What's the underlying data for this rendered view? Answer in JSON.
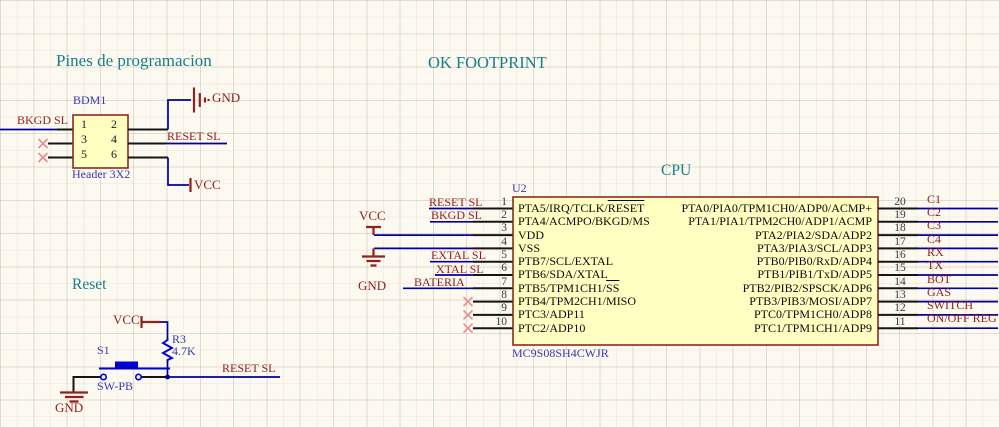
{
  "colors": {
    "bg": "#FCF9F0",
    "title-teal": "#187F87",
    "net-red": "#94201E",
    "designator-blue": "#3A3AB0",
    "wire-blue": "#00009B",
    "part-fill": "#FFFFC2",
    "part-border": "#8C2B20",
    "nc-red": "#ED8A8A",
    "device-blue": "#0000D0"
  },
  "titles": {
    "programming": "Pines de programacion",
    "footprint": "OK FOOTPRINT",
    "cpu": "CPU",
    "reset": "Reset"
  },
  "bdm": {
    "designator": "BDM1",
    "part": "Header 3X2",
    "left_pin_numbers": [
      "1",
      "3",
      "5"
    ],
    "right_pin_numbers": [
      "2",
      "4",
      "6"
    ],
    "nets": {
      "bkgd": "BKGD SL",
      "reset": "RESET SL"
    },
    "power": {
      "gnd": "GND",
      "vcc": "VCC"
    }
  },
  "cpu": {
    "designator": "U2",
    "part": "MC9S08SH4CWJR",
    "power": {
      "vcc": "VCC",
      "gnd": "GND"
    },
    "left_nets": {
      "pin1": "RESET SL",
      "pin2": "BKGD SL",
      "pin5": "EXTAL SL",
      "pin6": "XTAL SL",
      "pin7": "BATERIA"
    },
    "left_pins": [
      {
        "num": "1",
        "pre": "PTA5/IRQ/TCLK/",
        "over": "RESET"
      },
      {
        "num": "2",
        "pre": "PTA4/ACMPO/BKGD/MS",
        "over": ""
      },
      {
        "num": "3",
        "pre": "VDD",
        "over": ""
      },
      {
        "num": "4",
        "pre": "VSS",
        "over": ""
      },
      {
        "num": "5",
        "pre": "PTB7/SCL/EXTAL",
        "over": ""
      },
      {
        "num": "6",
        "pre": "PTB6/SDA/XTAL",
        "over": ""
      },
      {
        "num": "7",
        "pre": "PTB5/TPM1CH1/",
        "over": "SS"
      },
      {
        "num": "8",
        "pre": "PTB4/TPM2CH1/MISO",
        "over": ""
      },
      {
        "num": "9",
        "pre": "PTC3/ADP11",
        "over": ""
      },
      {
        "num": "10",
        "pre": "PTC2/ADP10",
        "over": ""
      }
    ],
    "right_pins": [
      {
        "num": "20",
        "name": "PTA0/PIA0/TPM1CH0/ADP0/ACMP+",
        "net": "C1"
      },
      {
        "num": "19",
        "name": "PTA1/PIA1/TPM2CH0/ADP1/ACMP",
        "net": "C2"
      },
      {
        "num": "18",
        "name": "PTA2/PIA2/SDA/ADP2",
        "net": "C3"
      },
      {
        "num": "17",
        "name": "PTA3/PIA3/SCL/ADP3",
        "net": "C4"
      },
      {
        "num": "16",
        "name": "PTB0/PIB0/RxD/ADP4",
        "net": "RX"
      },
      {
        "num": "15",
        "name": "PTB1/PIB1/TxD/ADP5",
        "net": "TX"
      },
      {
        "num": "14",
        "name": "PTB2/PIB2/SPSCK/ADP6",
        "net": "BOT"
      },
      {
        "num": "13",
        "name": "PTB3/PIB3/MOSI/ADP7",
        "net": "GAS"
      },
      {
        "num": "12",
        "name": "PTC0/TPM1CH0/ADP8",
        "net": "SWITCH"
      },
      {
        "num": "11",
        "name": "PTC1/TPM1CH1/ADP9",
        "net": "ON/OFF REG"
      }
    ]
  },
  "reset_circuit": {
    "power": {
      "vcc": "VCC",
      "gnd": "GND"
    },
    "resistor": {
      "designator": "R3",
      "value": "4.7K"
    },
    "switch": {
      "designator": "S1",
      "part": "SW-PB"
    },
    "net": "RESET SL"
  }
}
